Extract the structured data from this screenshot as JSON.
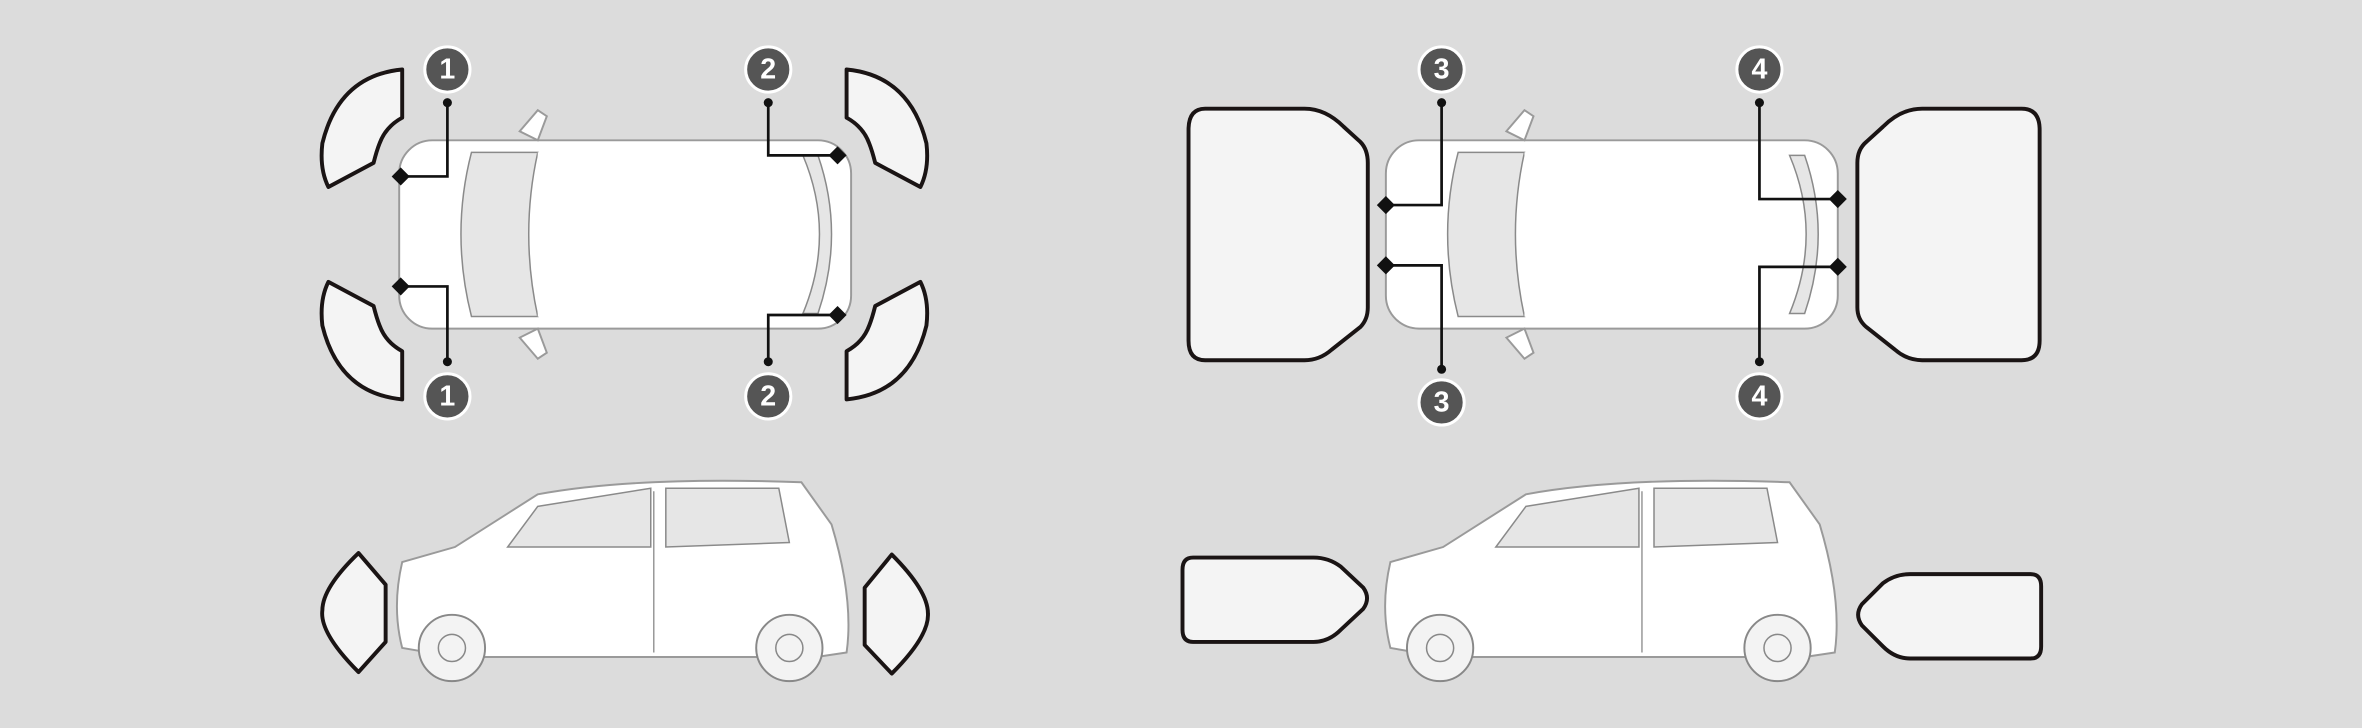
{
  "diagram": {
    "callouts": {
      "front_corner": "1",
      "rear_corner": "2",
      "front_center": "3",
      "rear_center": "4"
    },
    "colors": {
      "background": "#dcdcdc",
      "zone_fill": "#f4f4f4",
      "zone_stroke": "#1a1414",
      "badge": "#555555"
    }
  }
}
